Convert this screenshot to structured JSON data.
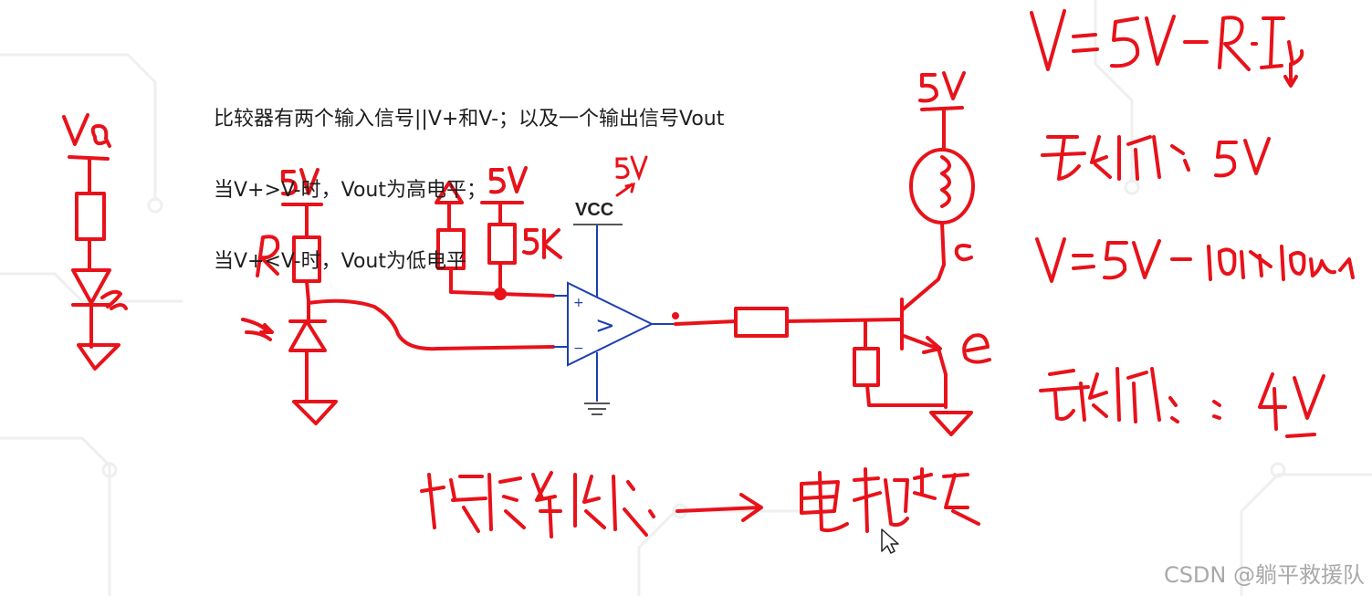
{
  "notes": [
    "比较器有两个输入信号||V+和V-；以及一个输出信号Vout",
    "当V+>V-时，Vout为高电平；",
    "当V+<V-时，Vout为低电平"
  ],
  "opamp": {
    "vcc_label": "VCC",
    "plus_sign": "+",
    "minus_sign": "−",
    "symbol": ">"
  },
  "watermark": "CSDN @躺平救援队",
  "colors": {
    "ink": "#e8121a",
    "schematic": "#1f3fb0",
    "text": "#1e1e1e",
    "watermark": "#a9a9a9",
    "background_lines": "#efefef"
  },
  "icons": [
    "mouse-cursor-icon"
  ]
}
